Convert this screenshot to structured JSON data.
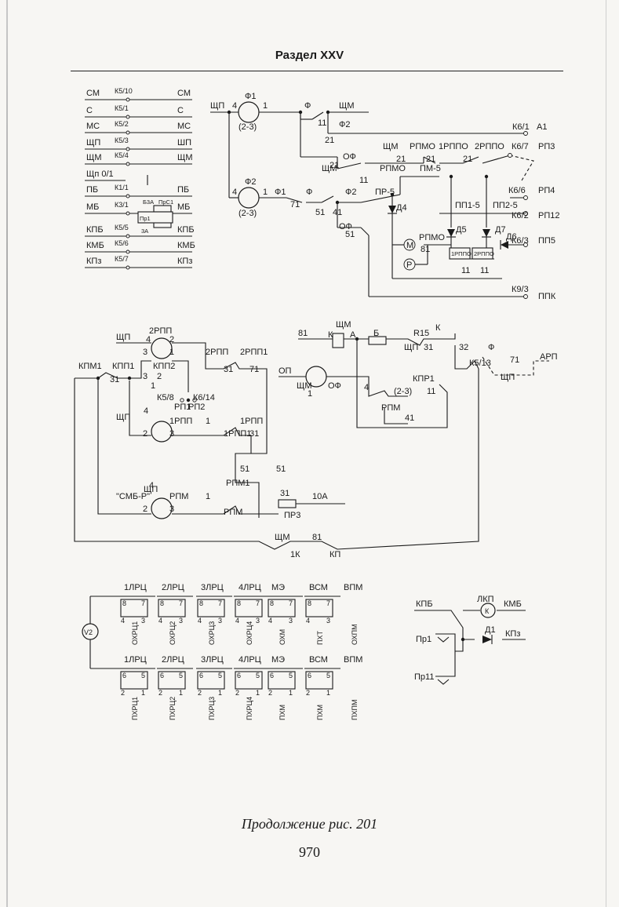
{
  "header": {
    "section_title": "Раздел XXV"
  },
  "footer": {
    "caption": "Продолжение рис. 201",
    "page_number": "970"
  },
  "diagram": {
    "bus_table": [
      {
        "left": "СМ",
        "mid": "К5/10",
        "right": "СМ"
      },
      {
        "left": "С",
        "mid": "К5/1",
        "right": "С"
      },
      {
        "left": "МС",
        "mid": "К5/2",
        "right": "МС"
      },
      {
        "left": "ЩП",
        "mid": "К5/3",
        "right": "ШП"
      },
      {
        "left": "ЩМ",
        "mid": "К5/4",
        "right": "ЩМ"
      },
      {
        "left": "Щп 0/1",
        "mid": "",
        "right": ""
      },
      {
        "left": "ПБ",
        "mid": "К1/1",
        "right": "ПБ"
      },
      {
        "left": "МБ",
        "mid": "К3/1",
        "right": "МБ"
      },
      {
        "left": "КПБ",
        "mid": "К5/5",
        "right": "КПБ"
      },
      {
        "left": "КМБ",
        "mid": "К5/6",
        "right": "КМБ"
      },
      {
        "left": "КПз",
        "mid": "К5/7",
        "right": "КПз"
      }
    ],
    "fuse_labels": {
      "b3a": "Б3А",
      "prs1": "ПрС1",
      "pr1": "Пр1",
      "a3": "3А"
    },
    "top_right": {
      "labels": [
        "ЩП",
        "4",
        "1",
        "Ф1",
        "(2-3)",
        "Ф",
        "ЩМ",
        "11",
        "Ф2",
        "21",
        "К6/1",
        "А1",
        "ЩМ",
        "РПМО",
        "1РППО",
        "2РППО",
        "К6/7",
        "РП3",
        "21",
        "21",
        "21",
        "ОФ",
        "ЩМ",
        "21",
        "РПМО",
        "ПМ-5",
        "11",
        "ПР-5",
        "К6/6",
        "РП4",
        "4",
        "Ф2",
        "1",
        "(2-3)",
        "Ф1",
        "71",
        "Ф",
        "51",
        "41",
        "Ф2",
        "Д4",
        "ПП1-5",
        "ПП2-5",
        "К6/2",
        "РП12",
        "ОФ",
        "51",
        "Д5",
        "Д7",
        "Д6",
        "К6/3",
        "ПП5",
        "РПМО",
        "81",
        "М",
        "Р",
        "1РППО",
        "2РППО",
        "11",
        "11",
        "К9/3",
        "ППК"
      ]
    },
    "middle": {
      "labels": [
        "ЩП",
        "2РПП",
        "4",
        "2",
        "3",
        "1",
        "2РПП",
        "2РПП1",
        "31",
        "71",
        "КПМ1",
        "КПП1",
        "КПП2",
        "2",
        "31",
        "3",
        "1",
        "К5/8",
        "К6/14",
        "РП1",
        "РП2",
        "ЩП",
        "4",
        "1РПП",
        "2",
        "3",
        "1",
        "1РПП",
        "1РПП1",
        "31",
        "51",
        "РПМ1",
        "51",
        "\"СМБ-Р\"",
        "ЩП",
        "4",
        "РПМ",
        "2",
        "3",
        "1",
        "РПМ",
        "31",
        "ПР3",
        "10А",
        "ЩМ",
        "1К",
        "81",
        "КП",
        "81",
        "ЩМ",
        "К",
        "А",
        "Б",
        "R15",
        "К",
        "ЩП",
        "31",
        "32",
        "Ф",
        "К5/13",
        "71",
        "АРП",
        "ЩП",
        "ОП",
        "ЩМ",
        "ОФ",
        "1",
        "4",
        "(2-3)",
        "КПР1",
        "11",
        "РПМ",
        "41",
        "КПМ1",
        "11"
      ]
    },
    "bottom_left": {
      "top_row": [
        "1ЛРЦ",
        "2ЛРЦ",
        "3ЛРЦ",
        "4ЛРЦ",
        "МЭ",
        "ВСМ",
        "ВПМ"
      ],
      "top_rot": [
        "ОХРЦ1",
        "ОХРЦ2",
        "ОХРЦ3",
        "ОХРЦ4",
        "ОХМ",
        "ПХТ",
        "ОХПМ"
      ],
      "bottom_row": [
        "1ЛРЦ",
        "2ЛРЦ",
        "3ЛРЦ",
        "4ЛРЦ",
        "МЭ",
        "ВСМ",
        "ВПМ"
      ],
      "bottom_rot": [
        "ПХРЦ1",
        "ПХРЦ2",
        "ПХРЦ3",
        "ПХРЦ4",
        "ПХМ",
        "ПХМ",
        "ПХПМ"
      ],
      "source": "V2",
      "nums_top": {
        "a": "8",
        "b": "7",
        "c": "4",
        "d": "3"
      },
      "nums_bot": {
        "a": "6",
        "b": "5",
        "c": "2",
        "d": "1"
      }
    },
    "bottom_right": {
      "labels": [
        "КПБ",
        "ЛКП",
        "К",
        "КМБ",
        "Пр1",
        "Д1",
        "КПз",
        "Пр11"
      ]
    }
  }
}
